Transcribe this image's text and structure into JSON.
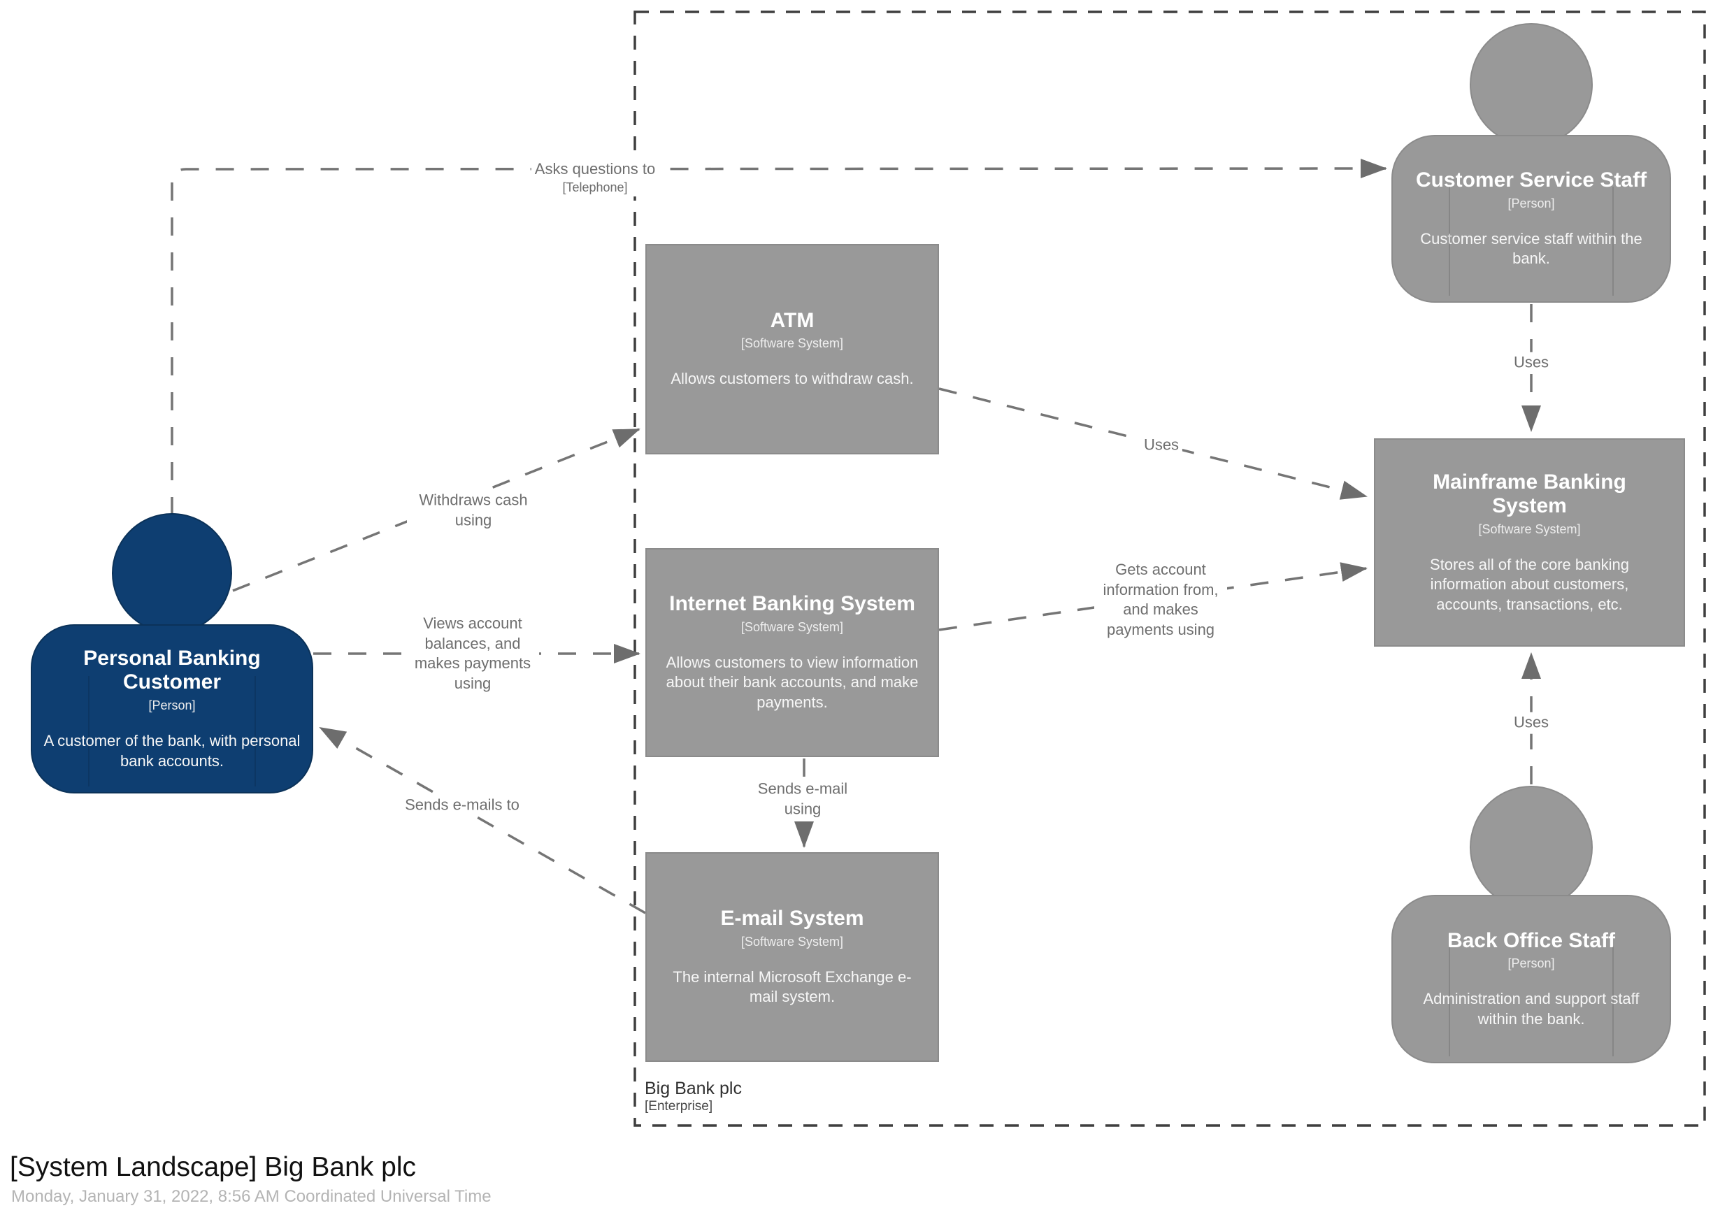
{
  "page": {
    "title": "[System Landscape] Big Bank plc",
    "subtitle": "Monday, January 31, 2022, 8:56 AM Coordinated Universal Time"
  },
  "boundary": {
    "name": "Big Bank plc",
    "type": "[Enterprise]"
  },
  "nodes": {
    "personal_banking_customer": {
      "name": "Personal Banking Customer",
      "type": "[Person]",
      "description": "A customer of the bank, with personal bank accounts."
    },
    "atm": {
      "name": "ATM",
      "type": "[Software System]",
      "description": "Allows customers to withdraw cash."
    },
    "internet_banking_system": {
      "name": "Internet Banking System",
      "type": "[Software System]",
      "description": "Allows customers to view information about their bank accounts, and make payments."
    },
    "email_system": {
      "name": "E-mail System",
      "type": "[Software System]",
      "description": "The internal Microsoft Exchange e-mail system."
    },
    "mainframe_banking_system": {
      "name": "Mainframe Banking System",
      "type": "[Software System]",
      "description": "Stores all of the core banking information about customers, accounts, transactions, etc."
    },
    "customer_service_staff": {
      "name": "Customer Service Staff",
      "type": "[Person]",
      "description": "Customer service staff within the bank."
    },
    "back_office_staff": {
      "name": "Back Office Staff",
      "type": "[Person]",
      "description": "Administration and support staff within the bank."
    }
  },
  "relationships": {
    "asks_questions_to": {
      "label": "Asks questions to",
      "technology": "[Telephone]"
    },
    "withdraws_cash_using": {
      "label": "Withdraws cash using"
    },
    "views_account_balances": {
      "label": "Views account balances, and makes payments using"
    },
    "sends_emails_to": {
      "label": "Sends e-mails to"
    },
    "sends_email_using": {
      "label": "Sends e-mail using"
    },
    "atm_uses": {
      "label": "Uses"
    },
    "gets_account_information": {
      "label": "Gets account information from, and makes payments using"
    },
    "customer_service_staff_uses": {
      "label": "Uses"
    },
    "back_office_staff_uses": {
      "label": "Uses"
    }
  },
  "colors": {
    "person_fill": "#0e3e71",
    "person_border": "#0b3259",
    "system_fill": "#999999",
    "system_border": "#8b8b8b",
    "relationship_line": "#757575",
    "arrowhead": "#6d6d6d",
    "boundary_line": "#3f3f3f",
    "relationship_text": "#6e6e6e",
    "page_title_text": "#111111",
    "page_subtitle_text": "#b4b4b4"
  }
}
